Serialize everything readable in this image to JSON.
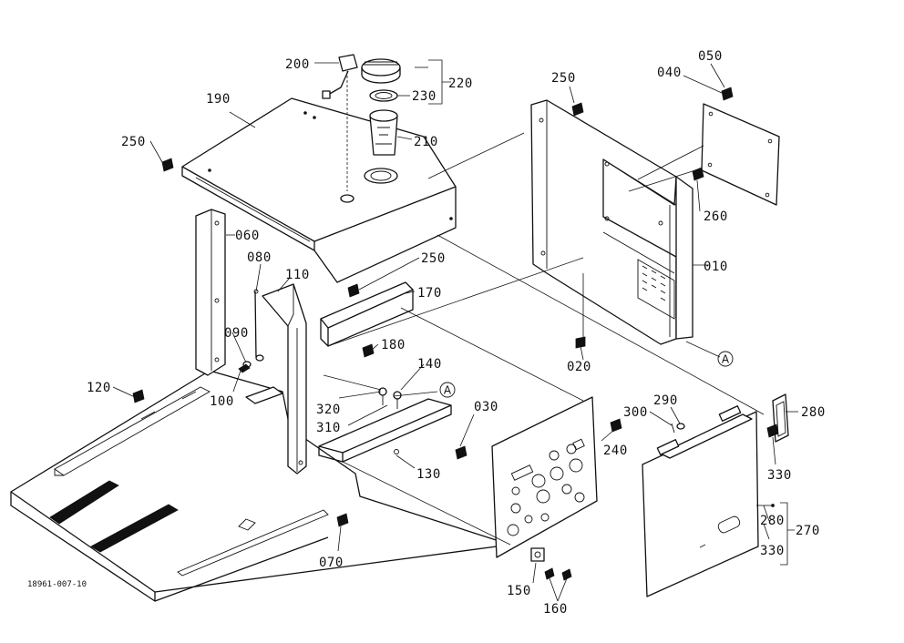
{
  "figure_code": "18961-007-10",
  "circle_ref": "A",
  "parts": {
    "p010": "010",
    "p020": "020",
    "p030": "030",
    "p040": "040",
    "p050": "050",
    "p060": "060",
    "p070": "070",
    "p080": "080",
    "p090": "090",
    "p100": "100",
    "p110": "110",
    "p120": "120",
    "p130": "130",
    "p140": "140",
    "p150": "150",
    "p160": "160",
    "p170": "170",
    "p180": "180",
    "p190": "190",
    "p200": "200",
    "p210": "210",
    "p220": "220",
    "p230": "230",
    "p240": "240",
    "p250": "250",
    "p260": "260",
    "p270": "270",
    "p280": "280",
    "p290": "290",
    "p300": "300",
    "p310": "310",
    "p320": "320",
    "p330": "330"
  }
}
